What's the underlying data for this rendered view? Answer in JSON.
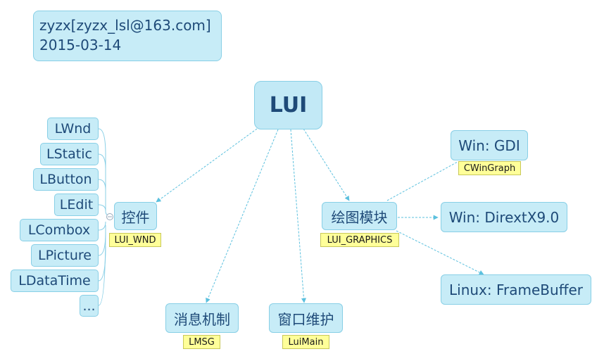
{
  "note": {
    "line1": "zyzx[zyzx_lsl@163.com]",
    "line2": "2015-03-14"
  },
  "root": {
    "label": "LUI"
  },
  "branches": {
    "controls": {
      "label": "控件",
      "tag": "LUI_WND"
    },
    "graphics": {
      "label": "绘图模块",
      "tag": "LUI_GRAPHICS"
    },
    "message": {
      "label": "消息机制",
      "tag": "LMSG"
    },
    "window": {
      "label": "窗口维护",
      "tag": "LuiMain"
    }
  },
  "controls_children": [
    "LWnd",
    "LStatic",
    "LButton",
    "LEdit",
    "LCombox",
    "LPicture",
    "LDataTime",
    "..."
  ],
  "graphics_children": {
    "gdi": {
      "label": "Win: GDI",
      "tag": "CWinGraph"
    },
    "dx": {
      "label": "Win: DirextX9.0"
    },
    "linux": {
      "label": "Linux: FrameBuffer"
    }
  },
  "colors": {
    "node_fill": "#c7ecf7",
    "node_border": "#88cfe6",
    "text": "#1e4a78",
    "tag_fill": "#ffff99",
    "connector": "#5bc0de"
  },
  "icons": {
    "collapse": "minus-circle-icon"
  }
}
